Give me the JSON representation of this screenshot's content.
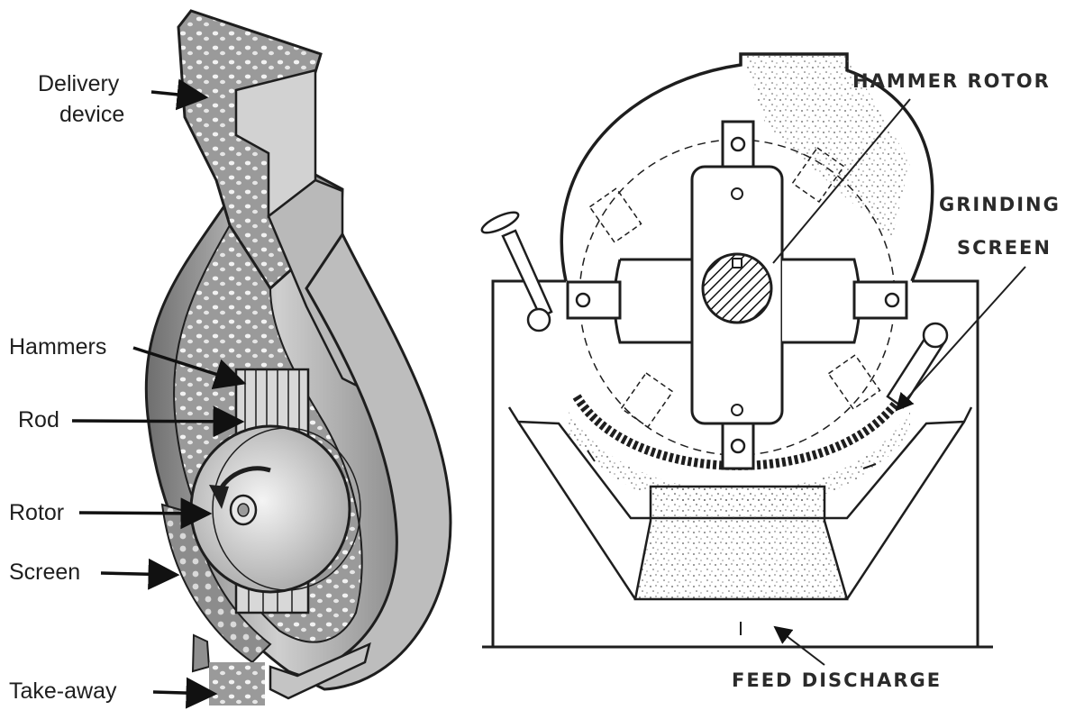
{
  "left_diagram": {
    "labels": {
      "delivery_line1": "Delivery",
      "delivery_line2": "device",
      "hammers": "Hammers",
      "rod": "Rod",
      "rotor": "Rotor",
      "screen": "Screen",
      "takeaway": "Take-away"
    }
  },
  "right_diagram": {
    "labels": {
      "hammer_rotor": "HAMMER ROTOR",
      "grinding": "GRINDING",
      "screen": "SCREEN",
      "feed_discharge": "FEED DISCHARGE"
    }
  }
}
